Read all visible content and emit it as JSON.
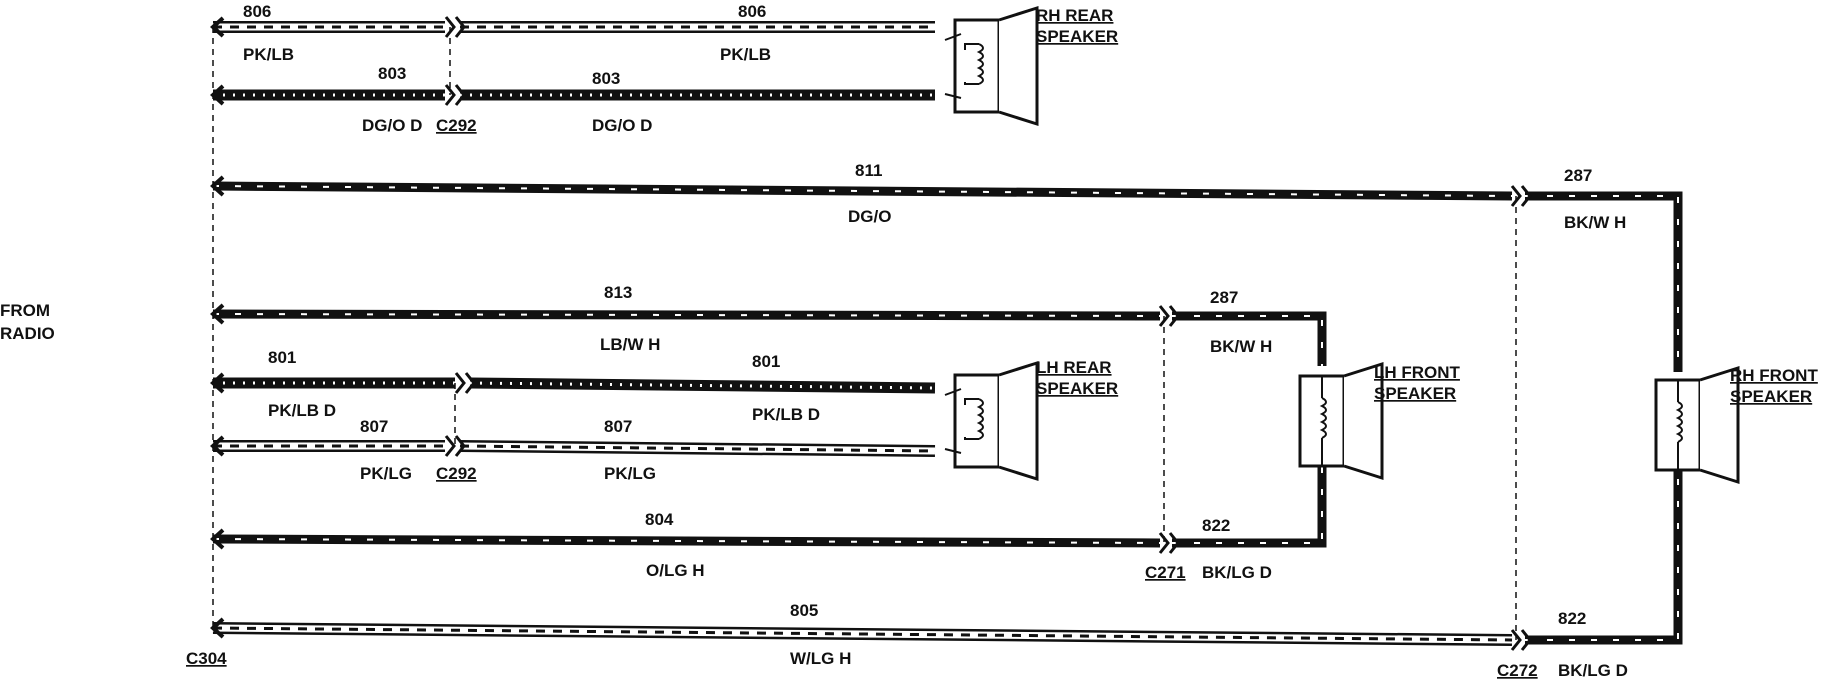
{
  "source_label": [
    "FROM",
    "RADIO"
  ],
  "speakers": {
    "rh_rear": [
      "RH REAR",
      "SPEAKER"
    ],
    "lh_rear": [
      "LH REAR",
      "SPEAKER"
    ],
    "lh_front": [
      "LH FRONT",
      "SPEAKER"
    ],
    "rh_front": [
      "RH FRONT",
      "SPEAKER"
    ]
  },
  "connectors": {
    "c292_top": "C292",
    "c292_mid": "C292",
    "c271": "C271",
    "c304": "C304",
    "c272": "C272"
  },
  "wires": [
    {
      "id": "w806a",
      "circuit": "806",
      "color_code": "PK/LB",
      "pattern": "light"
    },
    {
      "id": "w806b",
      "circuit": "806",
      "color_code": "PK/LB",
      "pattern": "light"
    },
    {
      "id": "w803a",
      "circuit": "803",
      "color_code": "DG/O D",
      "pattern": "dots"
    },
    {
      "id": "w803b",
      "circuit": "803",
      "color_code": "DG/O D",
      "pattern": "dots"
    },
    {
      "id": "w811",
      "circuit": "811",
      "color_code": "DG/O",
      "pattern": "dark"
    },
    {
      "id": "w287rh",
      "circuit": "287",
      "color_code": "BK/W H",
      "pattern": "dark"
    },
    {
      "id": "w813",
      "circuit": "813",
      "color_code": "LB/W H",
      "pattern": "dark"
    },
    {
      "id": "w287lh",
      "circuit": "287",
      "color_code": "BK/W H",
      "pattern": "dark"
    },
    {
      "id": "w801a",
      "circuit": "801",
      "color_code": "PK/LB D",
      "pattern": "dots"
    },
    {
      "id": "w801b",
      "circuit": "801",
      "color_code": "PK/LB D",
      "pattern": "dots"
    },
    {
      "id": "w807a",
      "circuit": "807",
      "color_code": "PK/LG",
      "pattern": "light"
    },
    {
      "id": "w807b",
      "circuit": "807",
      "color_code": "PK/LG",
      "pattern": "light"
    },
    {
      "id": "w804",
      "circuit": "804",
      "color_code": "O/LG H",
      "pattern": "dark"
    },
    {
      "id": "w822lh",
      "circuit": "822",
      "color_code": "BK/LG D",
      "pattern": "dark"
    },
    {
      "id": "w805",
      "circuit": "805",
      "color_code": "W/LG H",
      "pattern": "light"
    },
    {
      "id": "w822rh",
      "circuit": "822",
      "color_code": "BK/LG D",
      "pattern": "dark"
    }
  ]
}
